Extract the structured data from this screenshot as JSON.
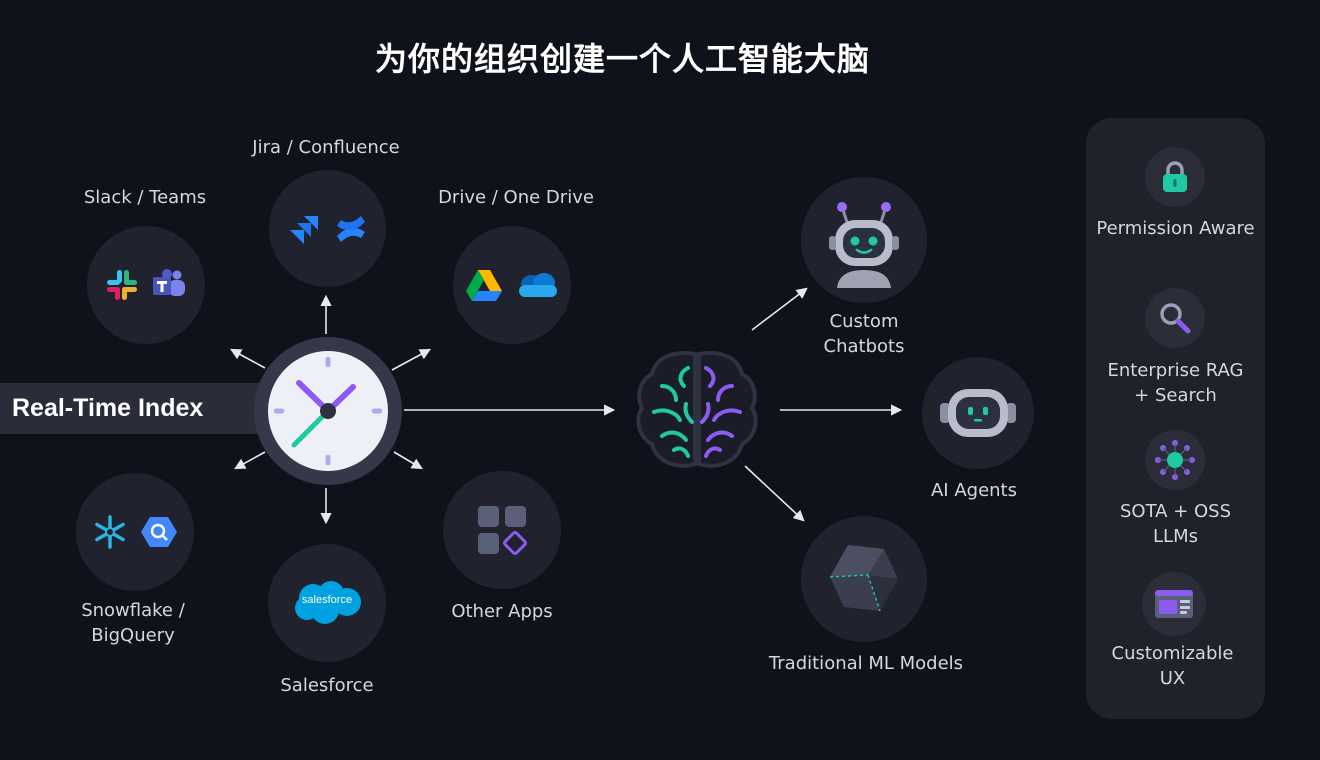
{
  "title": "为你的组织创建一个人工智能大脑",
  "index_label": "Real-Time Index",
  "sources": {
    "slack_teams": "Slack / Teams",
    "jira_confluence": "Jira / Confluence",
    "drive_onedrive": "Drive / One Drive",
    "snowflake_line1": "Snowflake /",
    "snowflake_line2": "BigQuery",
    "salesforce": "Salesforce",
    "salesforce_logo_text": "salesforce",
    "other_apps": "Other Apps"
  },
  "outputs": {
    "chatbots_line1": "Custom",
    "chatbots_line2": "Chatbots",
    "agents": "AI Agents",
    "ml_models": "Traditional ML Models"
  },
  "features": {
    "permission": "Permission Aware",
    "rag_line1": "Enterprise RAG",
    "rag_line2": "+ Search",
    "llm_line1": "SOTA + OSS",
    "llm_line2": "LLMs",
    "ux_line1": "Customizable",
    "ux_line2": "UX"
  },
  "colors": {
    "background": "#10121b",
    "node": "#20232d",
    "teal_accent": "#1fc9a4",
    "purple_accent": "#8c5cf0",
    "arrow": "#e8e8ec"
  }
}
